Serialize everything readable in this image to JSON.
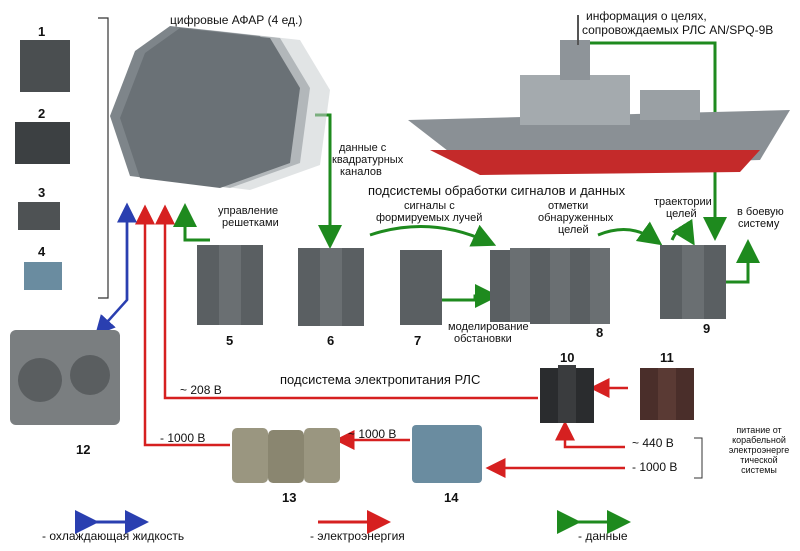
{
  "top": {
    "afar_label": "цифровые АФАР (4 ед.)",
    "info_label_1": "информация о целях,",
    "info_label_2": "сопровождаемых РЛС AN/SPQ-9B"
  },
  "left_items": [
    "1",
    "2",
    "3",
    "4"
  ],
  "labels": {
    "quad_1": "данные с",
    "quad_2": "квадратурных",
    "quad_3": "каналов",
    "signal_subsystem": "подсистемы обработки сигналов и данных",
    "grid_control_1": "управление",
    "grid_control_2": "решетками",
    "beams_1": "сигналы с",
    "beams_2": "формируемых лучей",
    "detect_1": "отметки",
    "detect_2": "обнаруженных",
    "detect_3": "целей",
    "tracks_1": "траектории",
    "tracks_2": "целей",
    "combat_1": "в боевую",
    "combat_2": "систему",
    "modeling_1": "моделирование",
    "modeling_2": "обстановки",
    "power_subsystem": "подсистема электропитания РЛС",
    "v208": "~ 208 В",
    "v1000_left": "- 1000 В",
    "v1000_mid": "~ 1000 В",
    "v440": "~ 440 В",
    "v1000_right": "- 1000 В",
    "ship_power_1": "питание от",
    "ship_power_2": "корабельной",
    "ship_power_3": "электроэнерге",
    "ship_power_4": "тической",
    "ship_power_5": "системы"
  },
  "numbers": [
    "5",
    "6",
    "7",
    "8",
    "9",
    "10",
    "11",
    "12",
    "13",
    "14"
  ],
  "legend": {
    "cooling": "- охлаждающая жидкость",
    "power": "- электроэнергия",
    "data": "- данные"
  },
  "colors": {
    "data": "#1e8a1e",
    "power": "#d62020",
    "cooling": "#2a3fb0",
    "cabinet": "#5a5f62"
  }
}
